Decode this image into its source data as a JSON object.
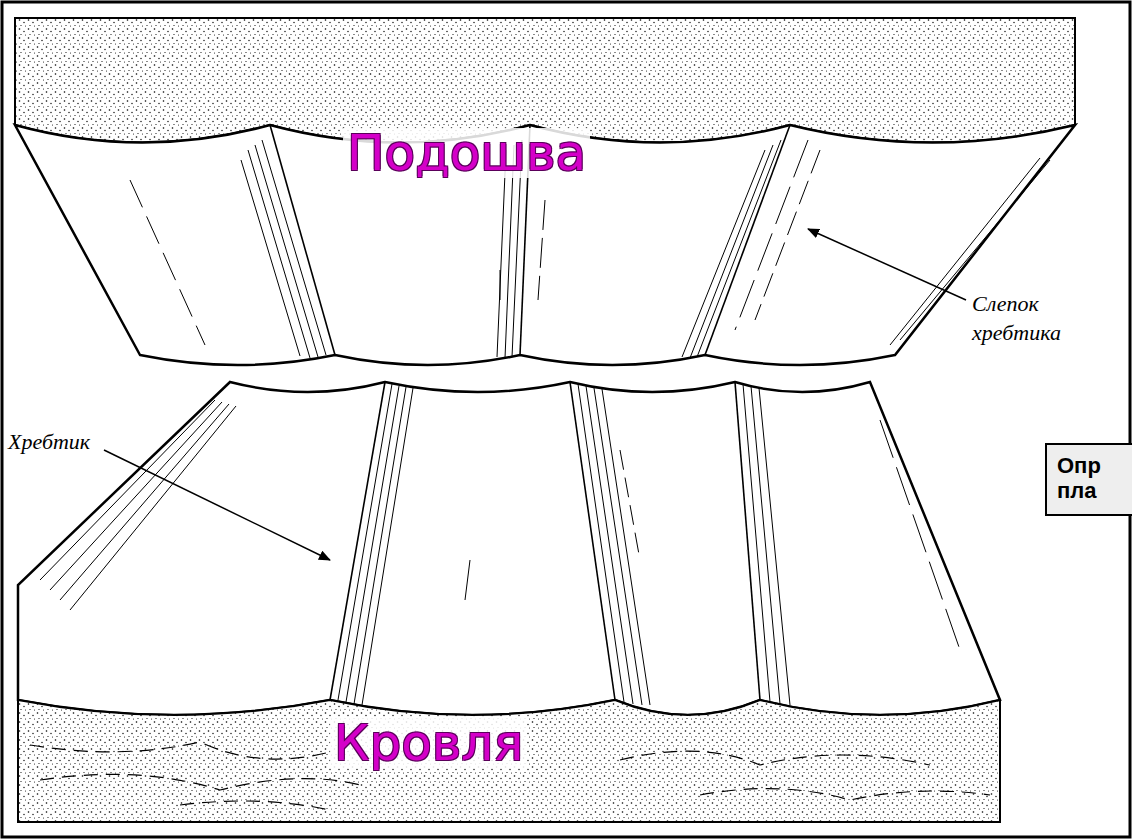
{
  "diagram": {
    "nodes": [
      {
        "text": [
          "Опр пла"
        ]
      }
    ],
    "labels": [
      "Подошва",
      "Слепок хребтика",
      "Хребтик",
      "Кровля"
    ]
  }
}
